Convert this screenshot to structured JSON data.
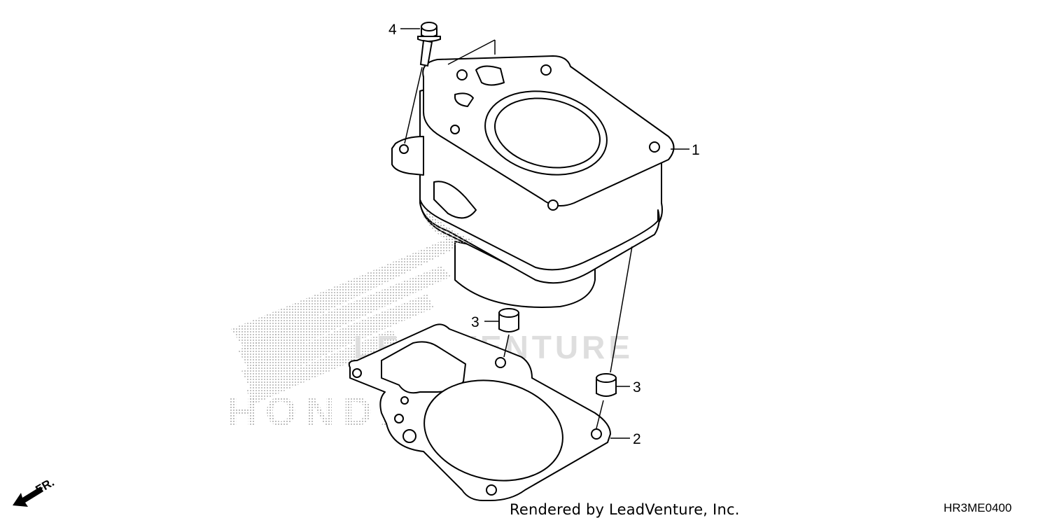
{
  "callouts": [
    {
      "id": "1",
      "label": "1"
    },
    {
      "id": "2",
      "label": "2"
    },
    {
      "id": "3a",
      "label": "3"
    },
    {
      "id": "3b",
      "label": "3"
    },
    {
      "id": "4",
      "label": "4"
    }
  ],
  "front_marker": "FR.",
  "watermark": {
    "brand": "HONDA",
    "text": "LEADVENTURE"
  },
  "footer": {
    "credit": "Rendered by LeadVenture, Inc.",
    "diagram_code": "HR3ME0400"
  },
  "colors": {
    "line": "#000000",
    "watermark": "#d9d9d9",
    "dots": "#9a9a9a"
  }
}
